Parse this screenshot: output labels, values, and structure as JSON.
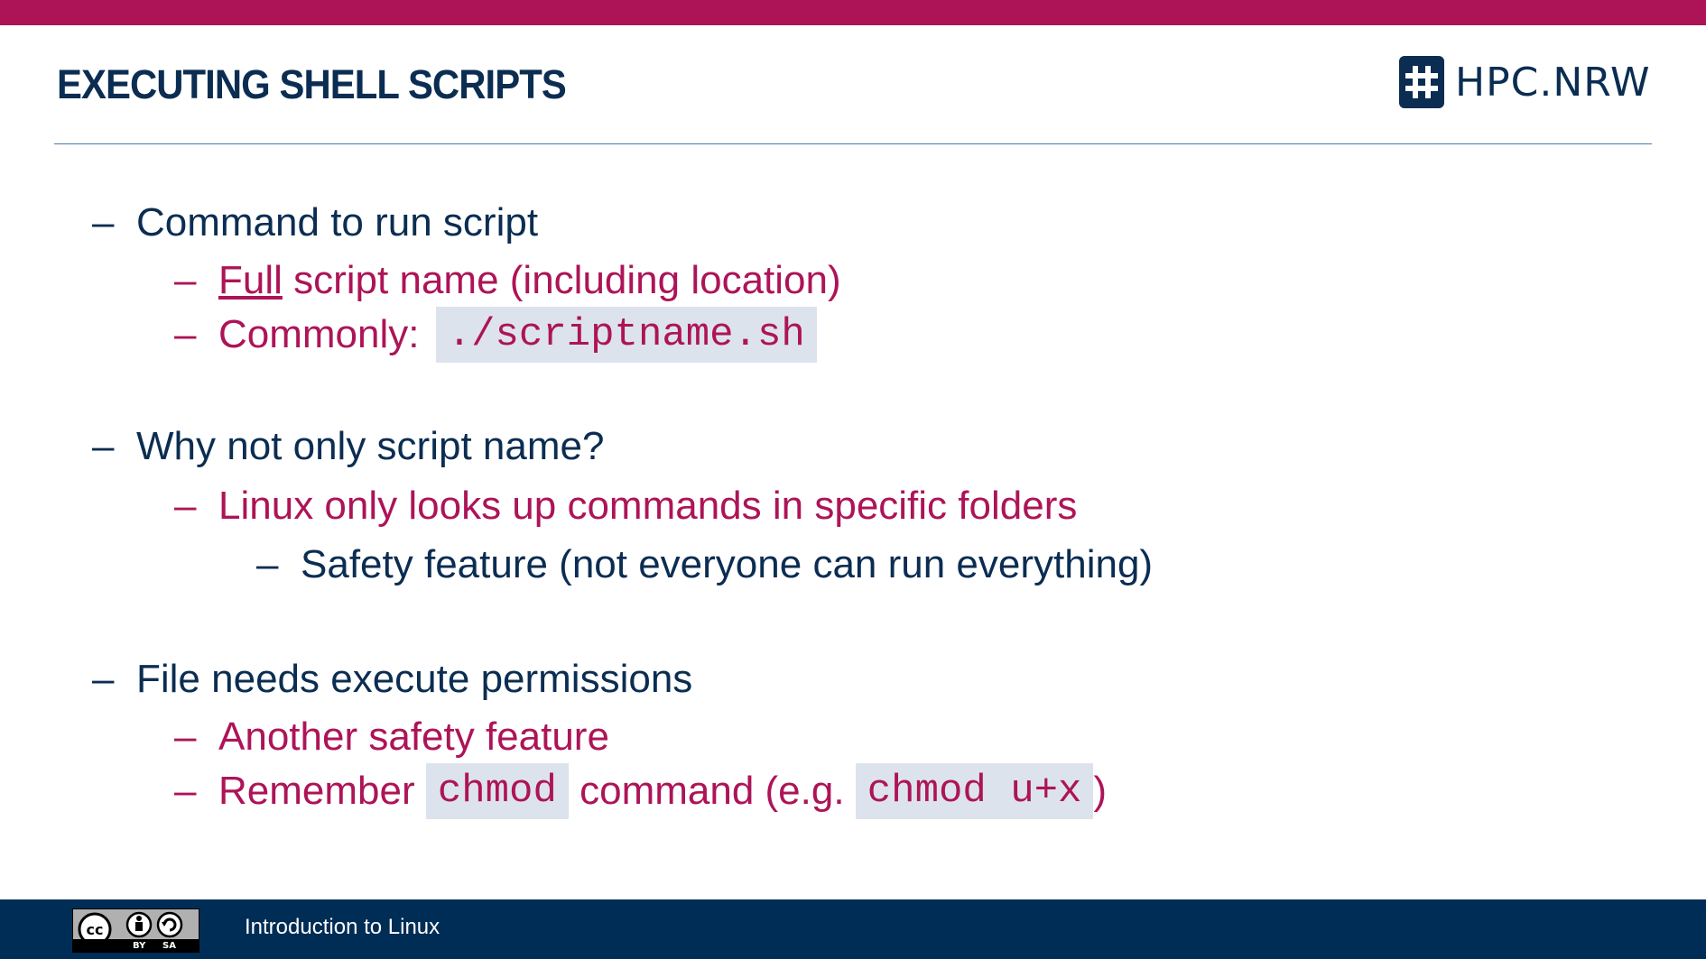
{
  "header": {
    "title": "EXECUTING SHELL SCRIPTS",
    "logo_text": "HPC.NRW"
  },
  "bullets": [
    {
      "dash": "–",
      "parts": [
        {
          "text": "Command to run script"
        }
      ]
    },
    {
      "dash": "–",
      "parts": [
        {
          "text": "Full",
          "underline": true
        },
        {
          "text": " script name (including location)"
        }
      ]
    },
    {
      "dash": "–",
      "parts": [
        {
          "text": "Commonly: "
        },
        {
          "code": "./scriptname.sh"
        }
      ]
    },
    {
      "dash": "–",
      "parts": [
        {
          "text": "Why not only script name?"
        }
      ]
    },
    {
      "dash": "–",
      "parts": [
        {
          "text": "Linux only looks up commands in specific folders"
        }
      ]
    },
    {
      "dash": "–",
      "parts": [
        {
          "text": "Safety feature (not everyone can run everything)"
        }
      ]
    },
    {
      "dash": "–",
      "parts": [
        {
          "text": "File needs execute permissions"
        }
      ]
    },
    {
      "dash": "–",
      "parts": [
        {
          "text": "Another safety feature"
        }
      ]
    },
    {
      "dash": "–",
      "parts": [
        {
          "text": "Remember "
        },
        {
          "code": "chmod"
        },
        {
          "text": " command (e.g. "
        },
        {
          "code": "chmod u+x"
        },
        {
          "text": ")"
        }
      ]
    }
  ],
  "footer": {
    "license_by": "BY",
    "license_sa": "SA",
    "course": "Introduction to Linux"
  },
  "colors": {
    "accent": "#ad1457",
    "navy": "#0b2d52",
    "code_bg": "#dde3ec"
  }
}
